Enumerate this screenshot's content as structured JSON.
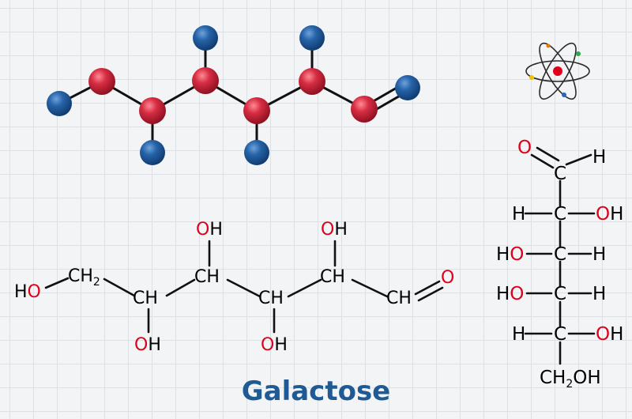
{
  "title": "Galactose",
  "colors": {
    "oxygen_ball": "#bf1f35",
    "hydrogen_ball": "#1f5799",
    "oxygen_text": "#e0001b",
    "bond": "#111111",
    "title": "#1f5a94",
    "grid": "#dde0e5",
    "background": "#f3f4f6"
  },
  "icons": {
    "atom": "atom-icon"
  },
  "skeletal": {
    "ho_left": {
      "h": "H",
      "o": "O"
    },
    "ch2": {
      "main": "CH",
      "sub": "2"
    },
    "ch": "CH",
    "oh": {
      "o": "O",
      "h": "H"
    },
    "o_aldehyde": "O"
  },
  "fischer": {
    "h": "H",
    "c": "C",
    "o": "O",
    "oh": {
      "o": "O",
      "h": "H"
    },
    "ho": {
      "h": "H",
      "o": "O"
    },
    "ch2oh": {
      "ch": "CH",
      "sub": "2",
      "oh": "OH"
    }
  }
}
